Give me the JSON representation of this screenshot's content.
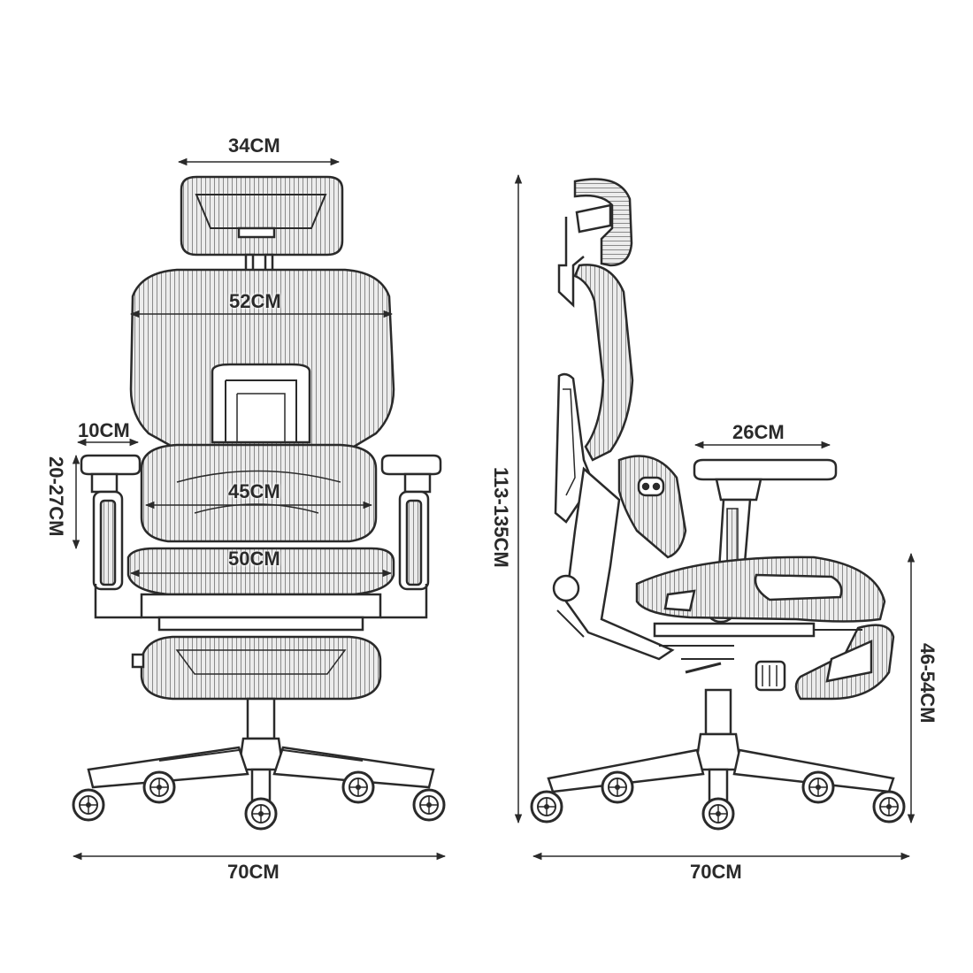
{
  "front_view": {
    "dimensions": {
      "headrest_width": "34CM",
      "backrest_width": "52CM",
      "armrest_pad_width": "10CM",
      "armrest_height_range": "20-27CM",
      "lumbar_width": "45CM",
      "seat_width": "50CM",
      "base_width": "70CM"
    }
  },
  "side_view": {
    "dimensions": {
      "overall_height_range": "113-135CM",
      "armrest_depth": "26CM",
      "seat_height_range": "46-54CM",
      "base_depth": "70CM"
    }
  },
  "colors": {
    "line": "#2a2a2a",
    "mesh": "#8a8a8a",
    "fill": "#e6e6e6",
    "background": "#ffffff"
  }
}
